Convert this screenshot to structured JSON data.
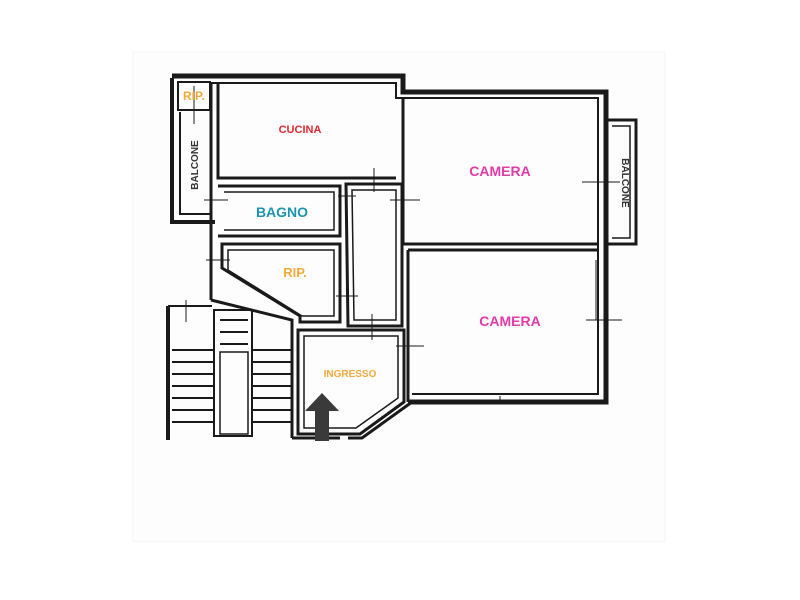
{
  "rooms": {
    "rip_small": "RIP.",
    "balcone_left": "BALCONE",
    "cucina": "CUCINA",
    "camera_top": "CAMERA",
    "balcone_right": "BALCONE",
    "bagno": "BAGNO",
    "rip_mid": "RIP.",
    "camera_bottom": "CAMERA",
    "ingresso": "INGRESSO"
  },
  "colors": {
    "rip": "#F2A93B",
    "cucina": "#E0282D",
    "camera": "#E23BA8",
    "bagno": "#1E93B0",
    "ingresso": "#F2A93B",
    "balcone": "#333333",
    "wall": "#1a1a1a",
    "arrow": "#3a3a3a"
  },
  "icons": {
    "entrance": "entrance-arrow-icon"
  }
}
